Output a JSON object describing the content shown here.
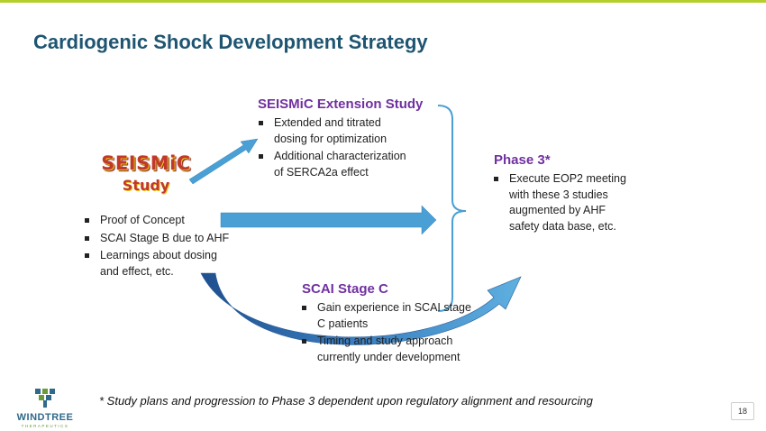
{
  "title": "Cardiogenic Shock Development Strategy",
  "logo": {
    "main": "SEISMiC",
    "sub": "Study"
  },
  "left_bullets": [
    "Proof of Concept",
    "SCAI Stage B due to AHF",
    "Learnings about dosing and effect, etc."
  ],
  "extension": {
    "heading": "SEISMiC Extension Study",
    "bullets": [
      "Extended and titrated dosing for optimization",
      "Additional characterization of SERCA2a effect"
    ]
  },
  "stage_c": {
    "heading": "SCAI Stage C",
    "bullets": [
      "Gain experience  in SCAI stage C patients",
      "Timing and study approach currently under development"
    ]
  },
  "phase3": {
    "heading": "Phase 3*",
    "bullets": [
      "Execute EOP2 meeting with these 3 studies augmented by AHF safety data base, etc."
    ]
  },
  "footnote": "* Study plans and progression to Phase 3 dependent upon regulatory alignment and resourcing",
  "company": {
    "name": "WINDTREE",
    "tagline": "THERAPEUTICS"
  },
  "page_number": "18",
  "colors": {
    "title": "#1e5571",
    "heading": "#7030a0",
    "arrow": "#4a9fd4",
    "accent_bar": "#b5cf2a",
    "logo": "#c0392b"
  }
}
